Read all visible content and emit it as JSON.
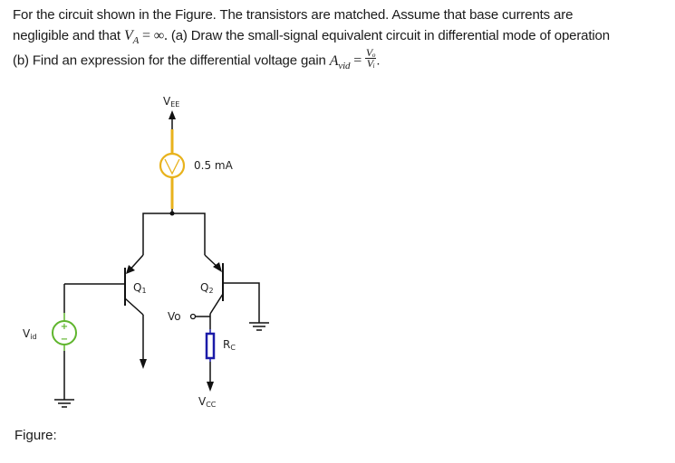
{
  "question": {
    "line1": "For the circuit shown in the Figure. The transistors are matched. Assume that base currents are",
    "line2_pre": "negligible and that ",
    "va_symbol": "V",
    "va_sub": "A",
    "va_eq": " = ∞.",
    "line2_post": " (a) Draw the small-signal equivalent circuit in differential mode of operation",
    "line3_pre": "(b) Find an expression for the differential voltage gain ",
    "gain_symbol": "A",
    "gain_sub": "vid",
    "gain_eq": " = ",
    "frac_num": "Vₒ",
    "frac_den": "Vᵢ",
    "line3_end": "."
  },
  "figure_label": "Figure:",
  "circuit": {
    "vee_label": "V",
    "vee_sub": "EE",
    "current_source_label": "0.5 mA",
    "q1_label": "Q",
    "q1_sub": "1",
    "q2_label": "Q",
    "q2_sub": "2",
    "vo_label": "Vo",
    "rc_label": "R",
    "rc_sub": "C",
    "vcc_label": "V",
    "vcc_sub": "CC",
    "vid_label": "V",
    "vid_sub": "id",
    "source_plus": "+",
    "source_minus": "−",
    "colors": {
      "wire": "#111111",
      "current_source": "#e8b21c",
      "resistor": "#1a1aa8",
      "voltage_source": "#5fb52d"
    }
  }
}
